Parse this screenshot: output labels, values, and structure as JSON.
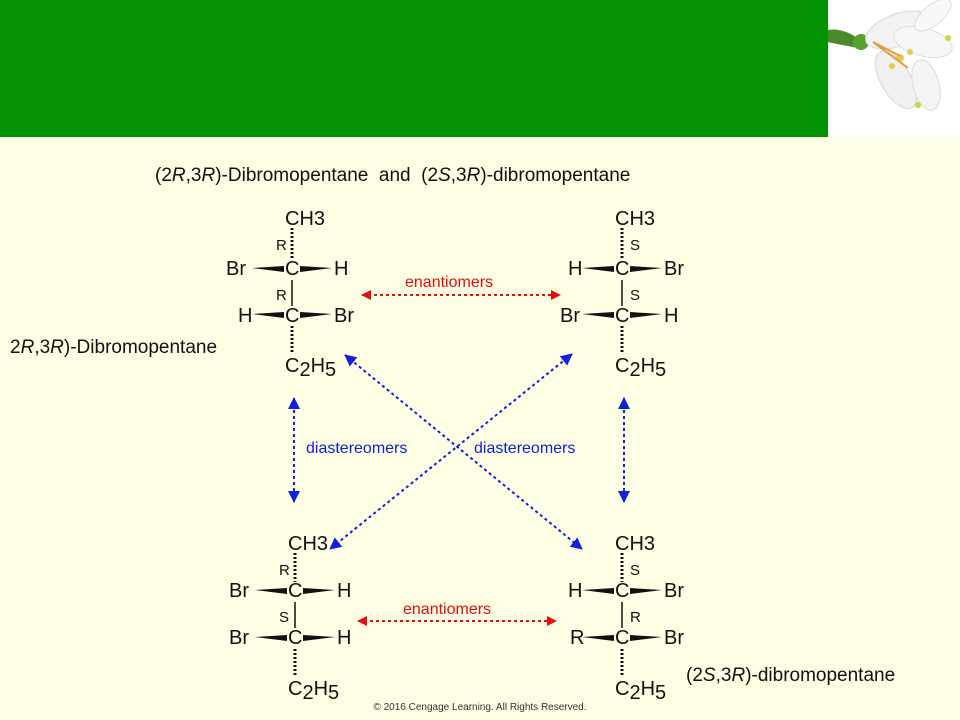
{
  "title": {
    "p1": "(2",
    "c1": "R",
    "p2": ",3",
    "c2": "R",
    "p3": ")-Dibromopentane  and  (2",
    "c3": "S",
    "p4": ",3",
    "c4": "R",
    "p5": ")-dibromopentane"
  },
  "label_left": {
    "p1": "2",
    "c1": "R",
    "p2": ",3",
    "c2": "R",
    "p3": ")-Dibromopentane"
  },
  "label_right": {
    "p1": "(2",
    "c1": "S",
    "p2": ",3",
    "c2": "R",
    "p3": ")-dibromopentane"
  },
  "copyright": "© 2016 Cengage Learning. All Rights Reserved.",
  "relations": {
    "enantiomers_top": "enantiomers",
    "enantiomers_bottom": "enantiomers",
    "diastereomers_left": "diastereomers",
    "diastereomers_right": "diastereomers"
  },
  "colors": {
    "banner": "#029202",
    "background": "#fefee4",
    "enantiomer": "#e01010",
    "diastereomer": "#1020e0"
  },
  "molecules": {
    "top_left": {
      "top": "CH3",
      "c2_left": "Br",
      "c2_right": "H",
      "c2_cfg": "R",
      "c3_left": "H",
      "c3_right": "Br",
      "c3_cfg": "R",
      "bottom_main": "C",
      "bottom_sub1": "2",
      "bottom_main2": "H",
      "bottom_sub2": "5",
      "carbon": "C"
    },
    "top_right": {
      "top": "CH3",
      "c2_left": "H",
      "c2_right": "Br",
      "c2_cfg": "S",
      "c3_left": "Br",
      "c3_right": "H",
      "c3_cfg": "S",
      "bottom_main": "C",
      "bottom_sub1": "2",
      "bottom_main2": "H",
      "bottom_sub2": "5",
      "carbon": "C"
    },
    "bottom_left": {
      "top": "CH3",
      "c2_left": "Br",
      "c2_right": "H",
      "c2_cfg": "R",
      "c3_left": "Br",
      "c3_right": "H",
      "c3_cfg": "S",
      "bottom_main": "C",
      "bottom_sub1": "2",
      "bottom_main2": "H",
      "bottom_sub2": "5",
      "carbon": "C"
    },
    "bottom_right": {
      "top": "CH3",
      "c2_left": "H",
      "c2_right": "Br",
      "c2_cfg": "S",
      "c3_left": "R",
      "c3_right": "Br",
      "c3_cfg": "R",
      "bottom_main": "C",
      "bottom_sub1": "2",
      "bottom_main2": "H",
      "bottom_sub2": "5",
      "carbon": "C"
    }
  }
}
